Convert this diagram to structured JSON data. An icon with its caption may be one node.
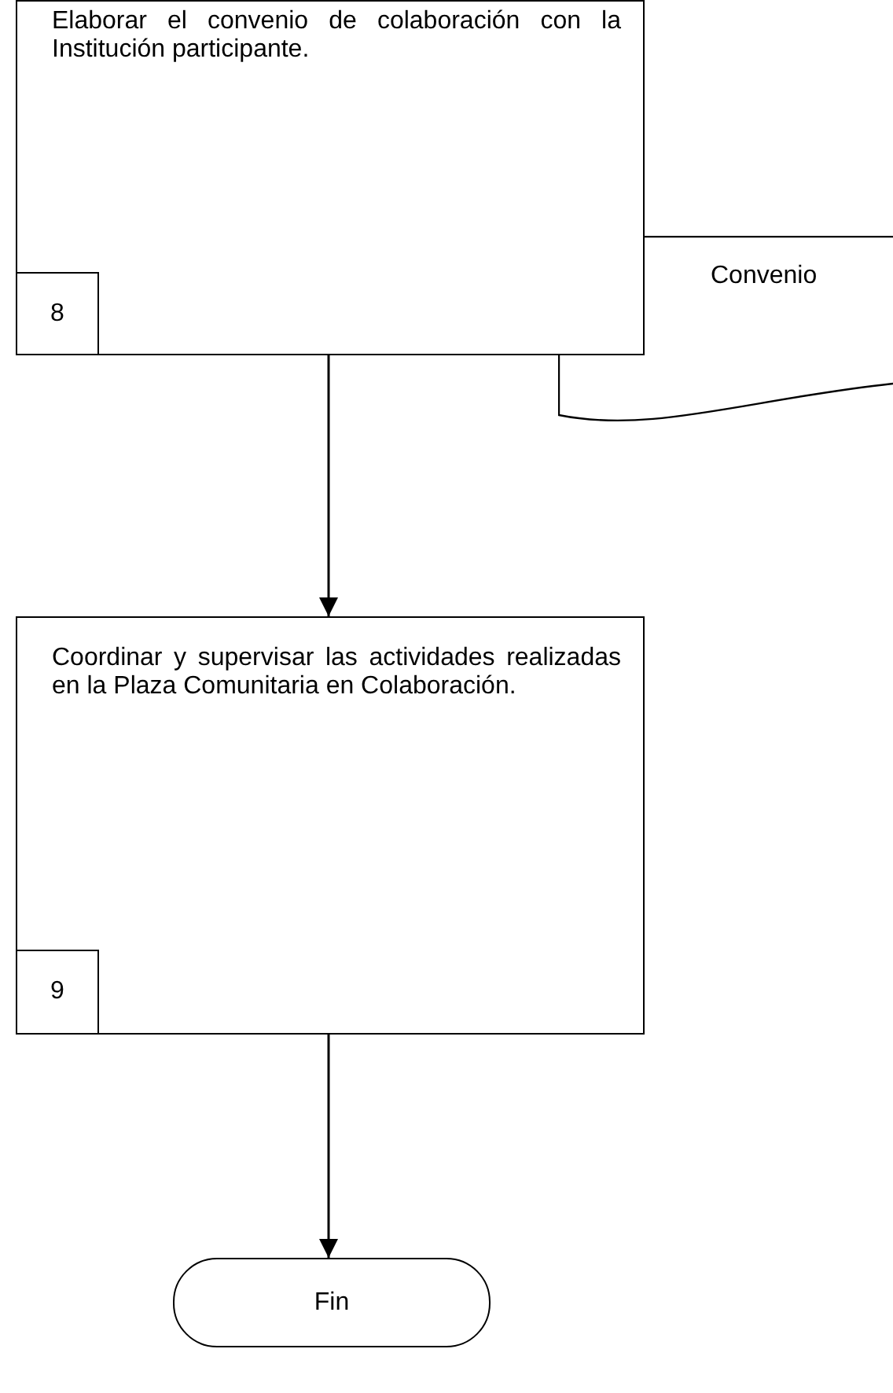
{
  "diagram": {
    "nodes": [
      {
        "text": [
          "Elaborar el convenio de colaboración con la Institución participante."
        ]
      },
      {
        "text": [
          "8"
        ],
        "in": 0
      },
      {
        "text": [
          "Convenio"
        ]
      },
      {
        "text": [
          "Coordinar y supervisar las actividades realizadas en la Plaza Comunitaria en Colaboración."
        ]
      },
      {
        "text": [
          "9"
        ],
        "in": 3
      },
      {
        "text": [
          "Fin"
        ]
      }
    ],
    "edges": [
      {
        "from": 0,
        "to": 3,
        "arrow": "to"
      },
      {
        "from": 3,
        "to": 5,
        "arrow": "to"
      }
    ]
  }
}
